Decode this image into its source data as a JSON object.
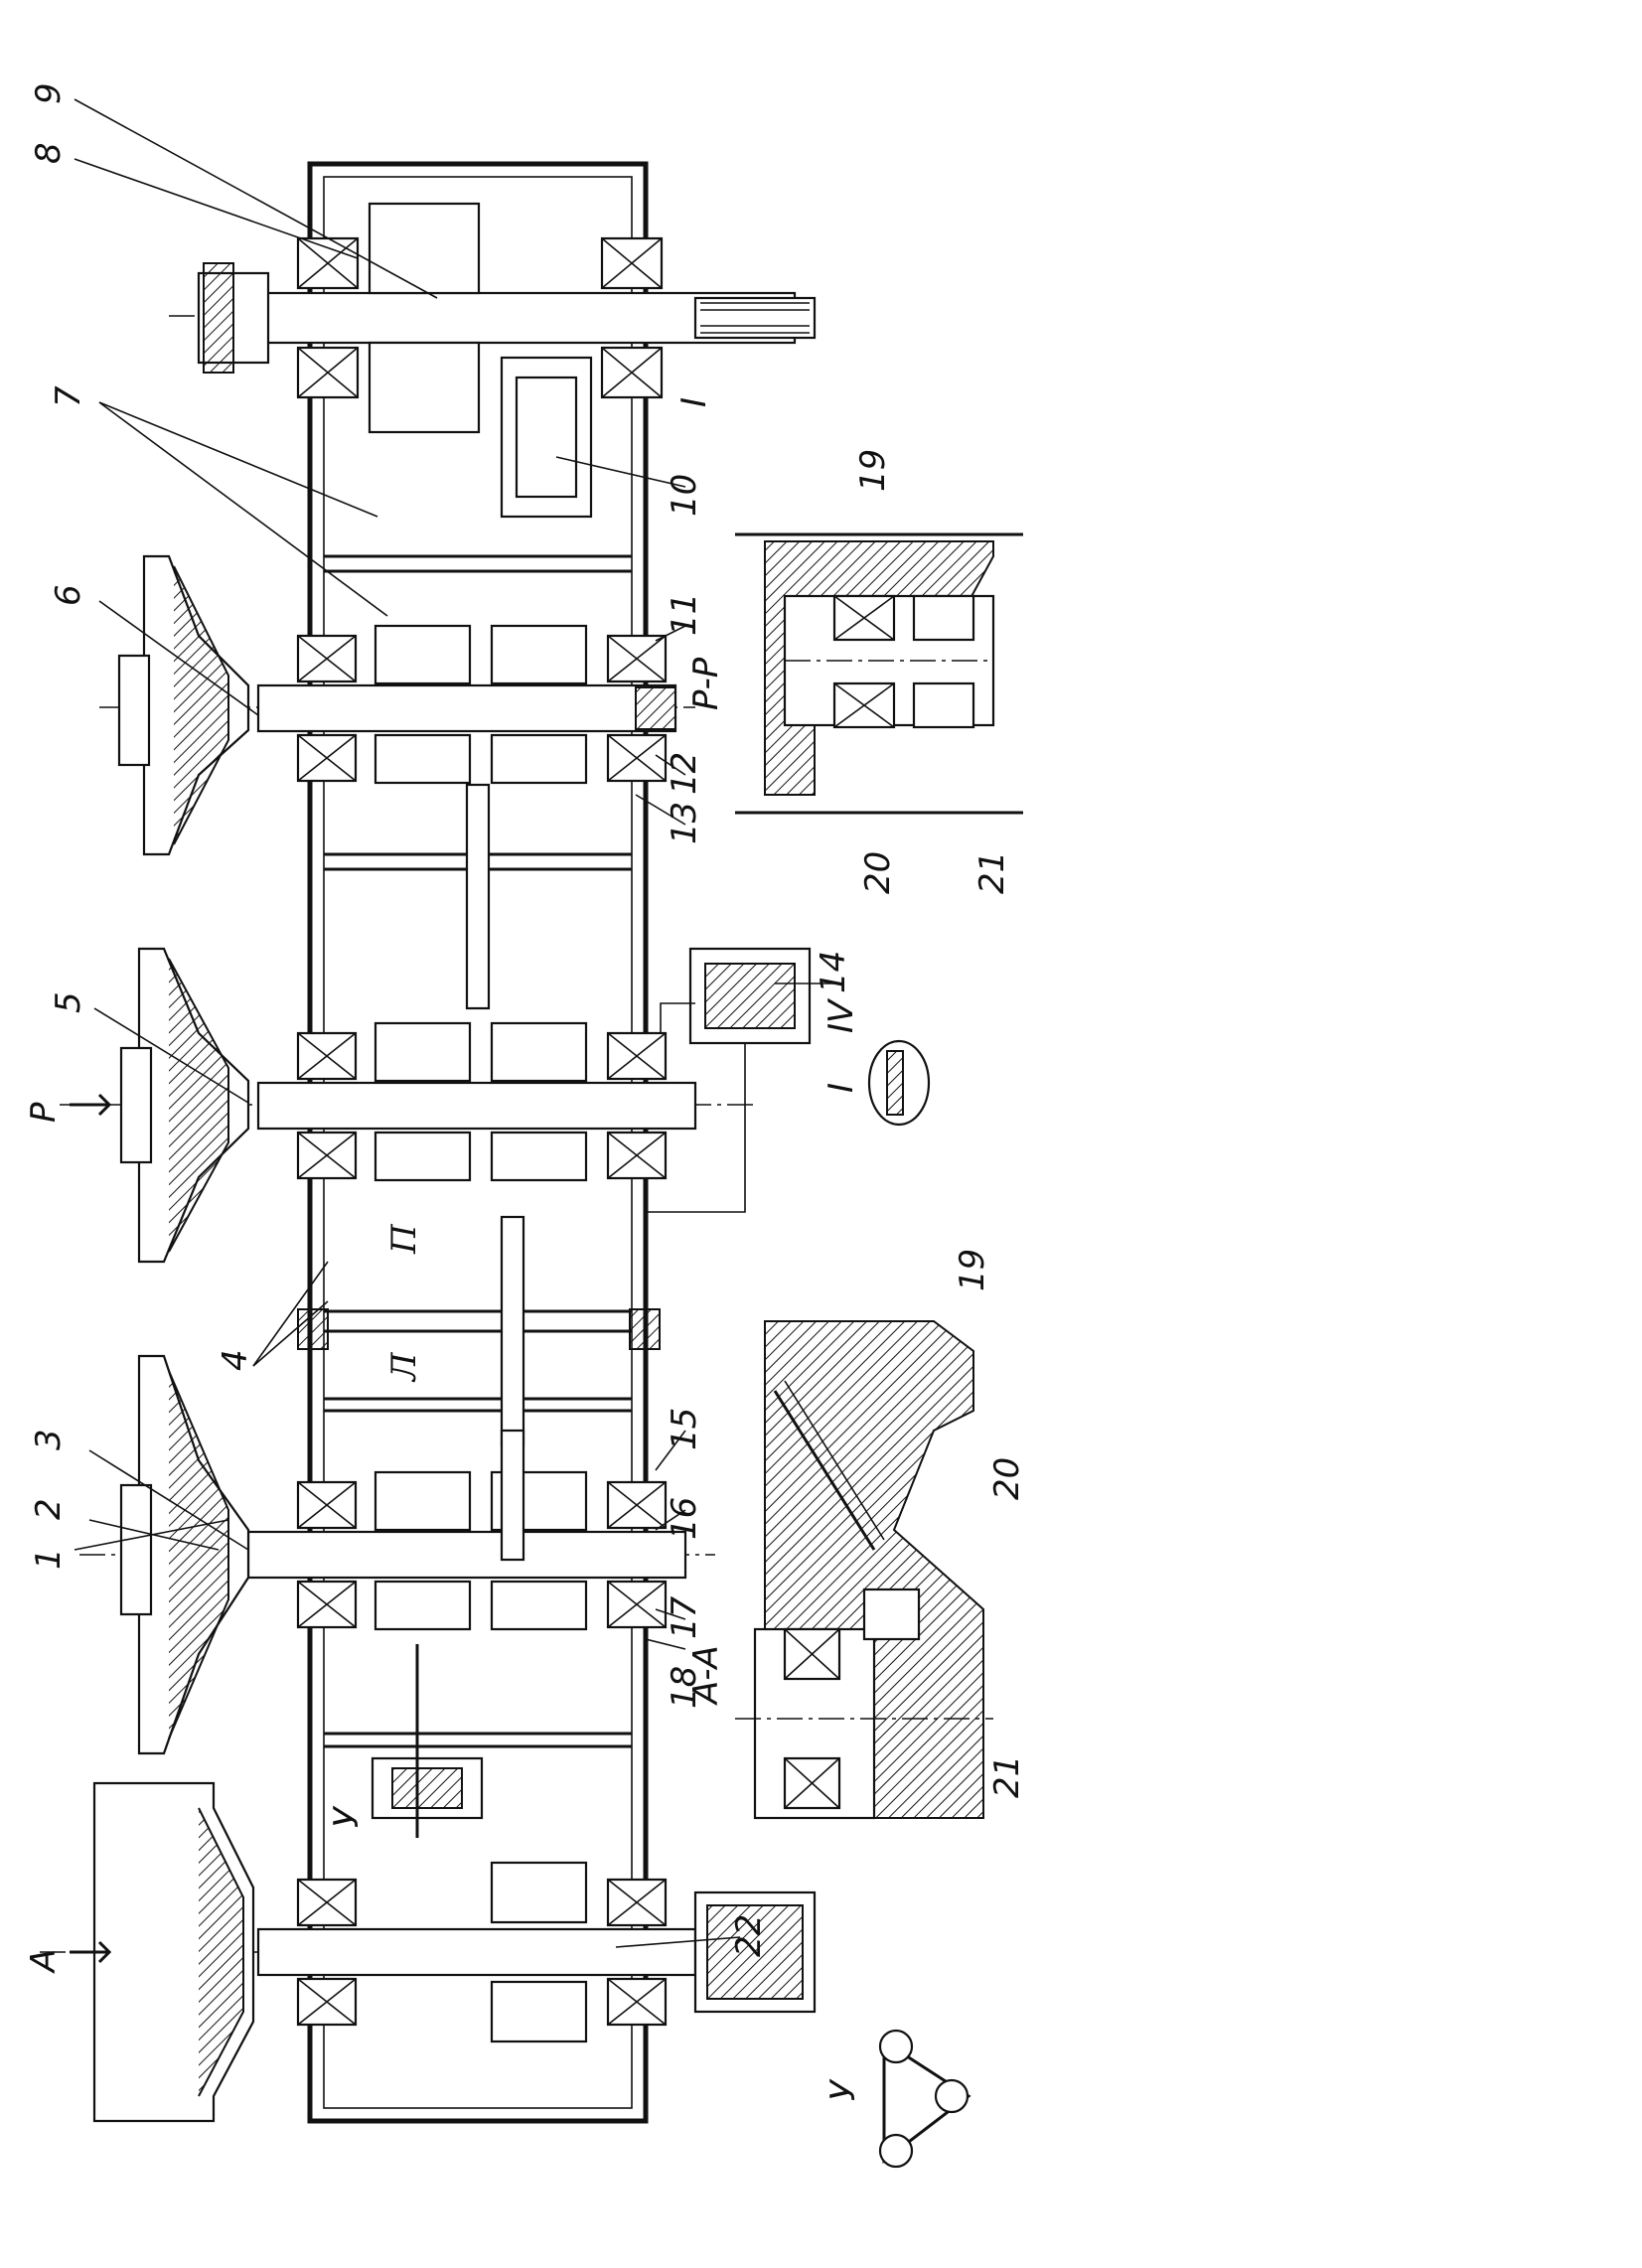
{
  "figure": {
    "callouts": [
      "1",
      "2",
      "3",
      "4",
      "5",
      "6",
      "7",
      "8",
      "9",
      "10",
      "11",
      "12",
      "13",
      "14",
      "15",
      "16",
      "17",
      "18",
      "19",
      "19",
      "20",
      "20",
      "21",
      "21",
      "22"
    ],
    "section_labels": {
      "a_a": "А-А",
      "p_p": "Р-Р",
      "y_view": "У",
      "detail_i": "I",
      "detail_iv": "IV",
      "cut_a": "А",
      "cut_p": "Р",
      "cut_y": "У",
      "detail_i_main": "I"
    },
    "zone_labels": {
      "left": "Л",
      "right": "П"
    }
  }
}
